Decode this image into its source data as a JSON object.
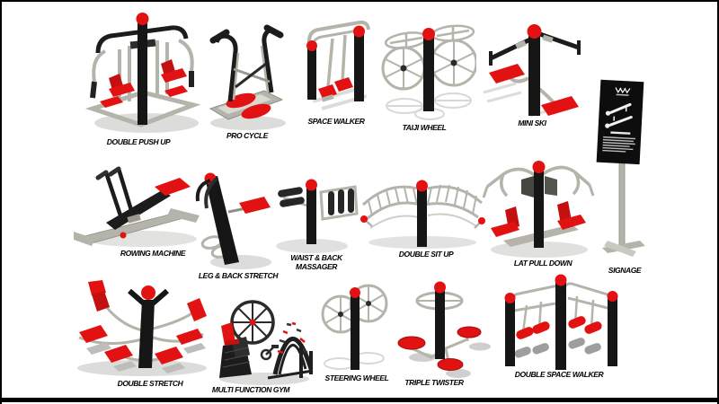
{
  "canvas": {
    "background": "#ffffff",
    "border_color": "#000000",
    "description": "Outdoor fitness equipment catalog sheet with sixteen labeled 3D-rendered machines"
  },
  "palette": {
    "steel_black": "#161616",
    "tube_silver": "#b4b4aa",
    "accent_red": "#e31212",
    "shadow_gray": "#d6d6d4",
    "label_color": "#000000",
    "sign_board": "#0d0d0d"
  },
  "items": [
    {
      "name": "double-push-up",
      "label": "DOUBLE PUSH UP"
    },
    {
      "name": "pro-cycle",
      "label": "PRO CYCLE"
    },
    {
      "name": "space-walker",
      "label": "SPACE WALKER"
    },
    {
      "name": "taiji-wheel",
      "label": "TAIJI WHEEL"
    },
    {
      "name": "mini-ski",
      "label": "MINI SKI"
    },
    {
      "name": "rowing-machine",
      "label": "ROWING MACHINE"
    },
    {
      "name": "leg-back-stretch",
      "label": "LEG & BACK STRETCH"
    },
    {
      "name": "waist-back-massager",
      "label": "WAIST & BACK MASSAGER"
    },
    {
      "name": "double-sit-up",
      "label": "DOUBLE SIT UP"
    },
    {
      "name": "lat-pull-down",
      "label": "LAT PULL DOWN"
    },
    {
      "name": "signage",
      "label": "SIGNAGE"
    },
    {
      "name": "double-stretch",
      "label": "DOUBLE STRETCH"
    },
    {
      "name": "multi-function-gym",
      "label": "MULTI FUNCTION GYM"
    },
    {
      "name": "steering-wheel",
      "label": "STEERING WHEEL"
    },
    {
      "name": "triple-twister",
      "label": "TRIPLE TWISTER"
    },
    {
      "name": "double-space-walker",
      "label": "DOUBLE SPACE WALKER"
    }
  ]
}
